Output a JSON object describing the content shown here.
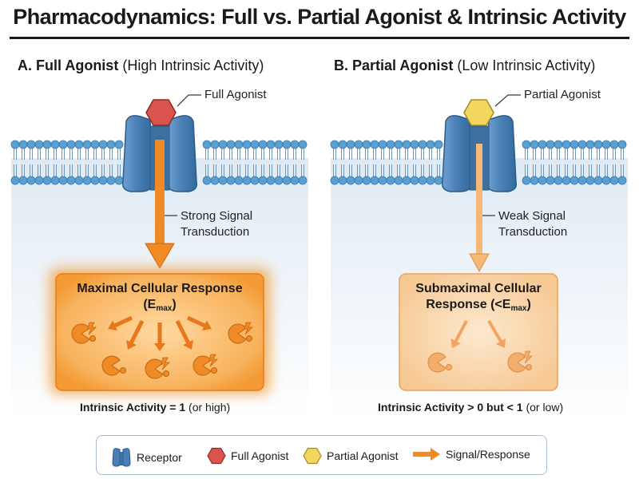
{
  "title": "Pharmacodynamics: Full vs. Partial Agonist & Intrinsic Activity",
  "panel_a": {
    "heading_bold": "A. Full Agonist",
    "heading_rest": "(High Intrinsic Activity)",
    "ligand_label": "Full Agonist",
    "signal_label_1": "Strong Signal",
    "signal_label_2": "Transduction",
    "response_line_1": "Maximal Cellular Response",
    "response_line_2_open": "(E",
    "response_line_2_sub": "max",
    "response_line_2_close": ")",
    "intrinsic_bold": "Intrinsic Activity = 1",
    "intrinsic_rest": "(or high)"
  },
  "panel_b": {
    "heading_bold": "B. Partial Agonist",
    "heading_rest": "(Low Intrinsic Activity)",
    "ligand_label": "Partial Agonist",
    "signal_label_1": "Weak Signal",
    "signal_label_2": "Transduction",
    "response_line_1": "Submaximal Cellular",
    "response_line_2_open": "Response (<E",
    "response_line_2_sub": "max",
    "response_line_2_close": ")",
    "intrinsic_bold": "Intrinsic Activity > 0 but < 1",
    "intrinsic_rest": "(or low)"
  },
  "legend": {
    "receptor": "Receptor",
    "full_agonist": "Full Agonist",
    "partial_agonist": "Partial Agonist",
    "signal": "Signal/Response"
  },
  "colors": {
    "full_agonist": "#d9534f",
    "partial_agonist": "#f2d660",
    "receptor": "#4a7fb5",
    "signal": "#f08a24",
    "membrane_head": "#5b9fd1"
  }
}
